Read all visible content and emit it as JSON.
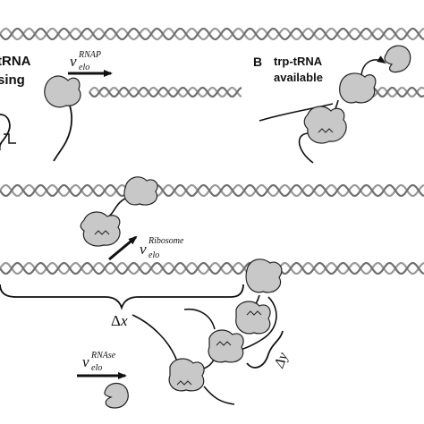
{
  "panel_a": {
    "label_line1": "tRNA",
    "label_line2": "sing",
    "rnap_velocity": {
      "symbol": "v",
      "subscript": "elo",
      "superscript": "RNAP"
    },
    "ribosome_velocity": {
      "symbol": "v",
      "subscript": "elo",
      "superscript": "Ribosome"
    },
    "delta_x": {
      "symbol": "Δ",
      "var": "x"
    }
  },
  "panel_b": {
    "letter": "B",
    "label_line1": "trp-tRNA",
    "label_line2": "available"
  },
  "lower": {
    "rnase_velocity": {
      "symbol": "v",
      "subscript": "elo",
      "superscript": "RNAse"
    },
    "delta_y": "Δy"
  },
  "colors": {
    "protein_fill": "#c8c8c8",
    "outline": "#222222",
    "helix_strand": "#888888"
  }
}
